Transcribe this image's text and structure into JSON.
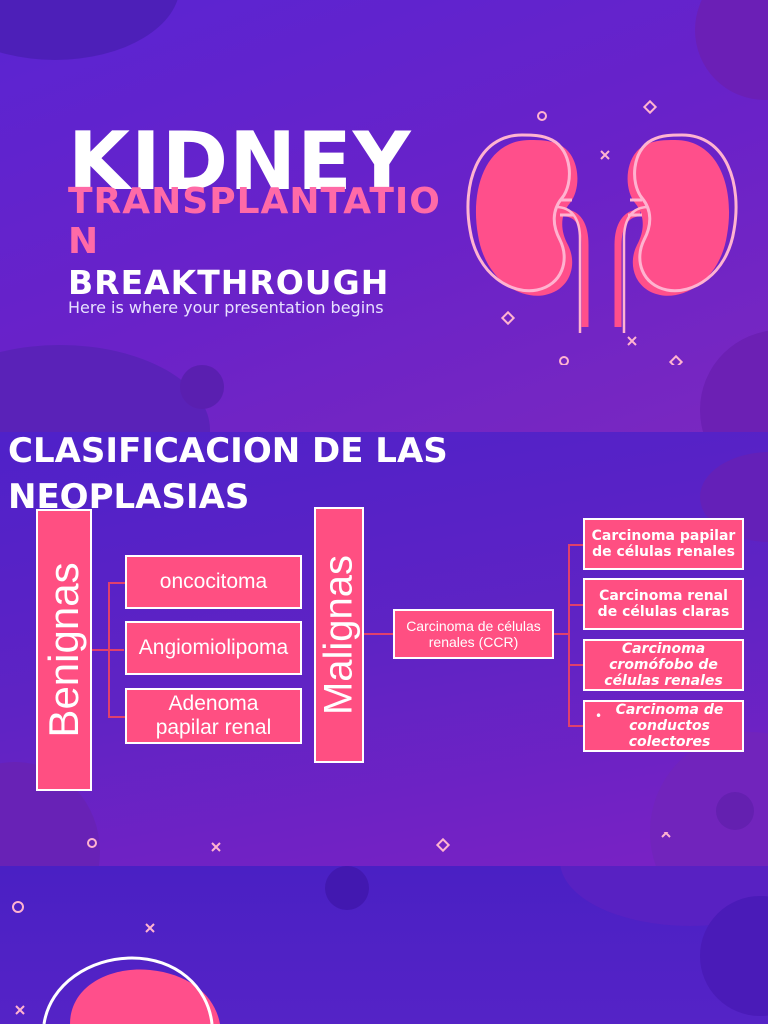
{
  "slide1": {
    "title_line1": "KIDNEY",
    "title_line2": "TRANSPLANTATION",
    "title_line3": "BREAKTHROUGH",
    "subtitle": "Here is where your presentation begins"
  },
  "slide2": {
    "heading": "CLASIFICACION DE LAS NEOPLASIAS",
    "benign": {
      "label": "Benignas",
      "items": [
        "oncocitoma",
        "Angiomiolipoma",
        "Adenoma papilar renal"
      ]
    },
    "malignant": {
      "label": "Malignas",
      "ccr": "Carcinoma de células renales (CCR)",
      "items": [
        "Carcinoma papilar de células renales",
        "Carcinoma renal de células claras",
        "Carcinoma cromófobo de células renales",
        "Carcinoma de conductos colectores"
      ]
    }
  },
  "colors": {
    "accent_pink": "#ff4f82",
    "title_pink": "#ff6aa7",
    "background_purple": "#5a24d2"
  },
  "icons": [
    "kidney-illustration-icon",
    "sparkle-icon",
    "ring-icon",
    "diamond-icon"
  ]
}
